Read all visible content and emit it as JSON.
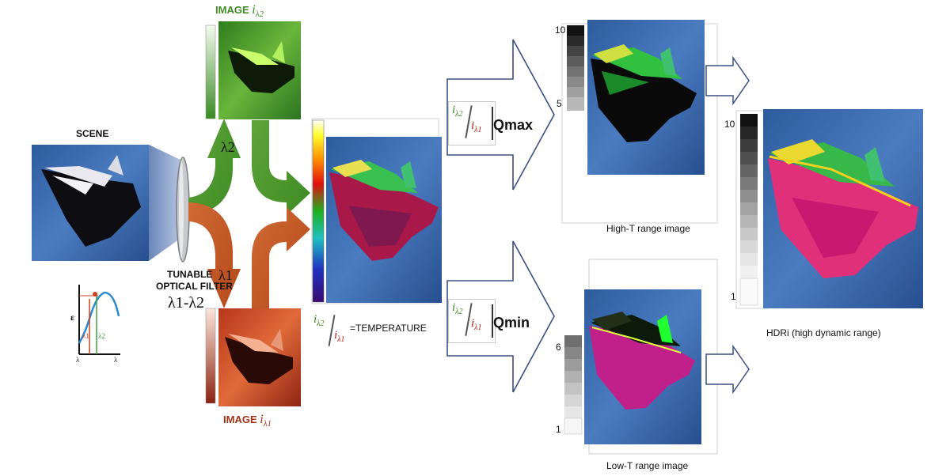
{
  "labels": {
    "scene": "SCENE",
    "tunable_1": "TUNABLE",
    "tunable_2": "OPTICAL FILTER",
    "filter_range": "λ1-λ2",
    "lambda_1": "λ1",
    "lambda_2": "λ2",
    "image_top": "IMAGE",
    "image_bottom": "IMAGE",
    "temperature": "=TEMPERATURE",
    "q_max": "Qmax",
    "q_min": "Qmin",
    "high_t": "High-T range image",
    "low_t": "Low-T range image",
    "hdri": "HDRi (high dynamic range)"
  },
  "scales": {
    "high_top": "10",
    "high_bottom": "5",
    "low_top": "6",
    "low_bottom": "1",
    "hdr_top": "10",
    "hdr_bottom": "1"
  },
  "graph": {
    "y_axis": "ε",
    "x_axis": "λ",
    "mark_1": "λ1",
    "mark_2": "λ2"
  },
  "colors": {
    "green": "#4a9a2c",
    "orange": "#c2561d",
    "arrow_outline": "#3a4f86",
    "sky": "#3e68a8"
  }
}
